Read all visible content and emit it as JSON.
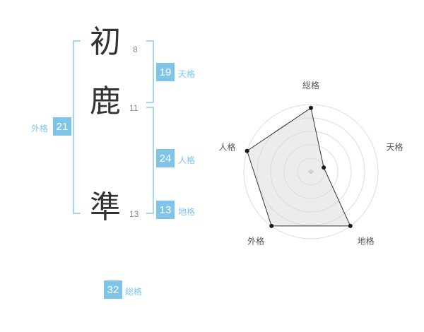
{
  "name_display": {
    "characters": [
      {
        "char": "初",
        "strokes": "8"
      },
      {
        "char": "鹿",
        "strokes": "11"
      },
      {
        "char": "準",
        "strokes": "13"
      }
    ]
  },
  "kaku": {
    "tenkaku": {
      "label": "天格",
      "value": "19"
    },
    "jinkaku": {
      "label": "人格",
      "value": "24"
    },
    "chikaku": {
      "label": "地格",
      "value": "13"
    },
    "gaikaku": {
      "label": "外格",
      "value": "21"
    },
    "soukaku": {
      "label": "総格",
      "value": "32"
    }
  },
  "colors": {
    "badge_bg": "#7fc5ea",
    "label_text": "#7fc5ea",
    "bracket": "#a5d7f2",
    "character": "#333333",
    "stroke_count": "#888888",
    "radar_ring": "#dddddd",
    "radar_fill": "#d9d9d9",
    "radar_line": "#333333",
    "radar_dot": "#1a1a1a",
    "radar_label": "#555555",
    "radar_center": "#c8c8c8"
  },
  "chart_data": {
    "type": "radar",
    "axes": [
      "総格",
      "天格",
      "地格",
      "外格",
      "人格"
    ],
    "values": [
      95,
      20,
      100,
      100,
      100
    ],
    "max": 100,
    "rings": 5,
    "legend": "none",
    "kaku_values": {
      "総格": 32,
      "天格": 19,
      "地格": 13,
      "外格": 21,
      "人格": 24
    }
  }
}
